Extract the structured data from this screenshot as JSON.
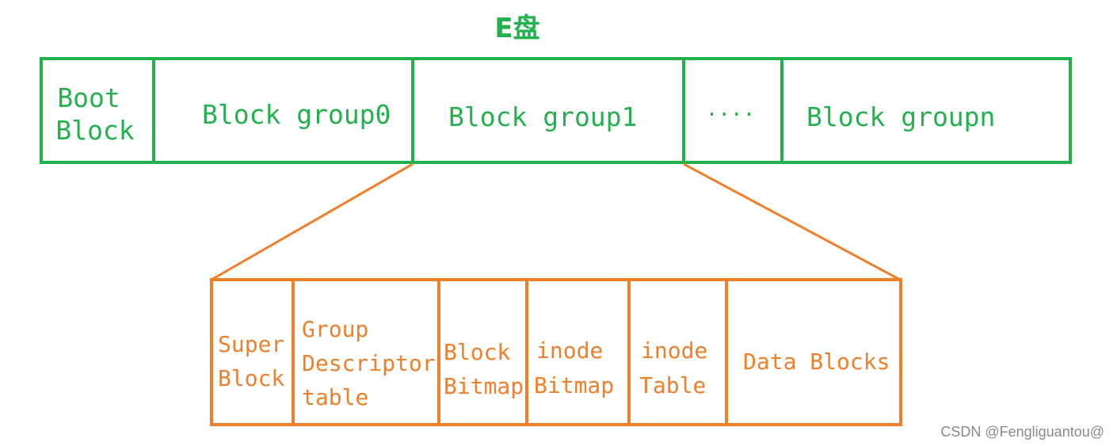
{
  "title": "E盘",
  "disk_row": {
    "color": "#22b14c",
    "cells": [
      {
        "id": "boot",
        "lines": [
          "Boot",
          "Block"
        ]
      },
      {
        "id": "group0",
        "lines": [
          "Block group0"
        ]
      },
      {
        "id": "group1",
        "lines": [
          "Block group1"
        ]
      },
      {
        "id": "ellipsis",
        "lines": [
          "····"
        ]
      },
      {
        "id": "groupn",
        "lines": [
          "Block groupn"
        ]
      }
    ]
  },
  "group_detail": {
    "color": "#f07f2a",
    "cells": [
      {
        "id": "super-block",
        "lines": [
          "Super",
          "Block"
        ]
      },
      {
        "id": "group-descriptor-table",
        "lines": [
          "Group",
          "Descriptor",
          "table"
        ]
      },
      {
        "id": "block-bitmap",
        "lines": [
          "Block",
          "Bitmap"
        ]
      },
      {
        "id": "inode-bitmap",
        "lines": [
          "inode",
          "Bitmap"
        ]
      },
      {
        "id": "inode-table",
        "lines": [
          "inode",
          "Table"
        ]
      },
      {
        "id": "data-blocks",
        "lines": [
          "Data Blocks"
        ]
      }
    ]
  },
  "watermark": "CSDN @Fengliguantou@"
}
